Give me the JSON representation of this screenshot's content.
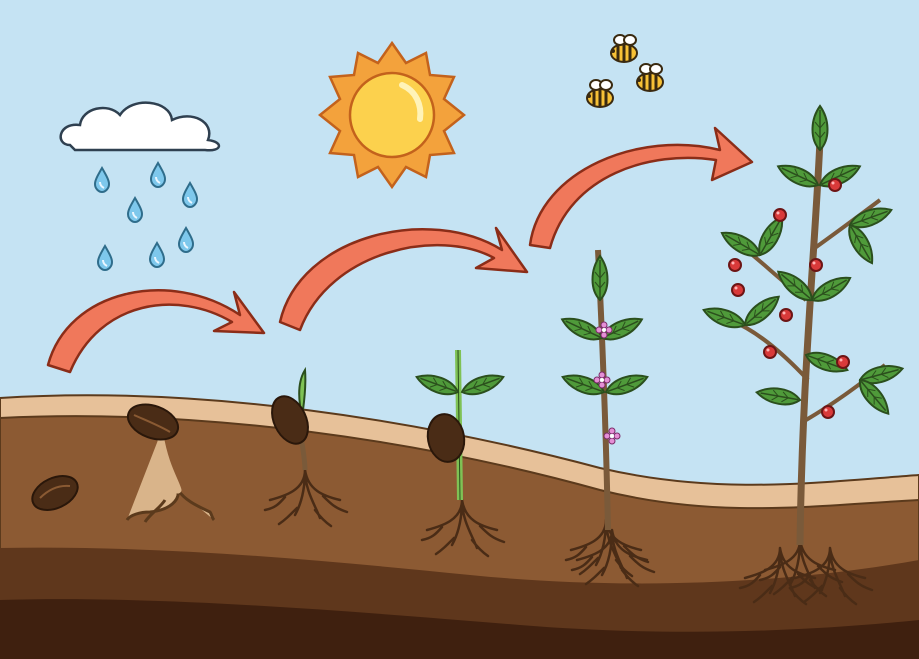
{
  "colors": {
    "sky": "#c5e3f3",
    "soil_top": "#e7c199",
    "soil_mid": "#8c5a33",
    "soil_deep": "#5f371c",
    "soil_bottom": "#3f200f",
    "arrow": "#f0785b",
    "sun_rays": "#f3a23c",
    "sun_core": "#fcd14d",
    "leaf": "#4f9a3a",
    "leaf_light": "#7fc255",
    "stem": "#7a5a3a",
    "seed": "#4a2c16",
    "root": "#4a2c16",
    "raindrop": "#7ec8ec",
    "berry": "#d93a3a",
    "flower": "#e58fd6"
  },
  "icons": {
    "weather": [
      "cloud-icon",
      "raindrop-icon",
      "sun-icon",
      "bee-icon"
    ],
    "stages": [
      "seed",
      "germinating-seed",
      "sprout",
      "seedling",
      "flowering-plant",
      "fruiting-plant"
    ]
  }
}
